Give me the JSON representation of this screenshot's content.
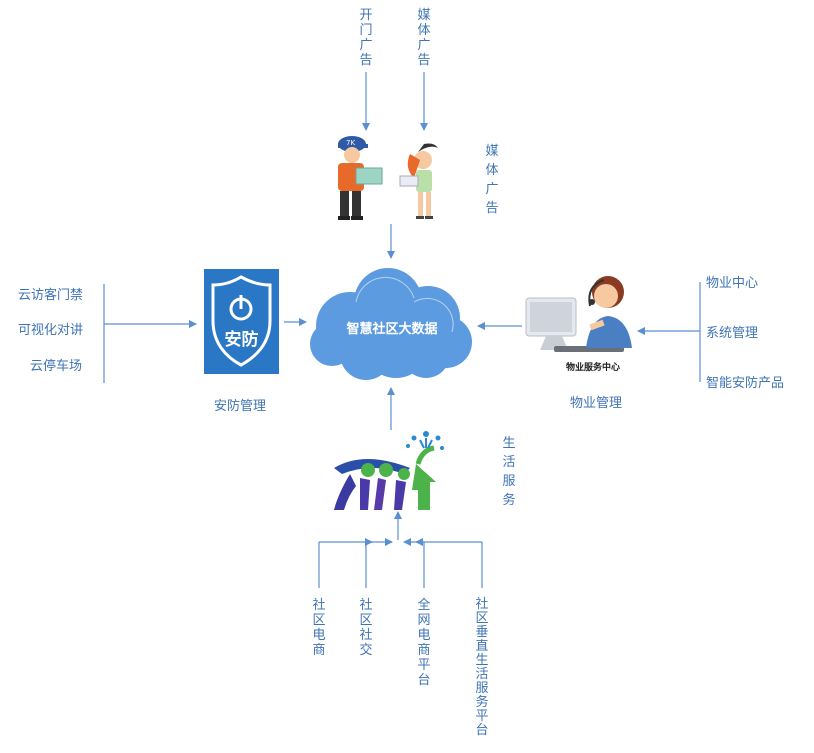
{
  "top": {
    "input1": "开门广告",
    "input2": "媒体广告",
    "side_label": "媒体广告"
  },
  "center": {
    "label": "智慧社区大数据"
  },
  "left": {
    "inputs": [
      "云访客门禁",
      "可视化对讲",
      "云停车场"
    ],
    "logo_text": "安防",
    "caption": "安防管理"
  },
  "right": {
    "inputs": [
      "物业中心",
      "系统管理",
      "智能安防产品"
    ],
    "agent_caption": "物业服务中心",
    "caption": "物业管理"
  },
  "bottom": {
    "side_label": "生活服务",
    "inputs": [
      "社区电商",
      "社区社交",
      "全网电商平台",
      "社区垂直生活服务平台"
    ]
  },
  "colors": {
    "line": "#5b8fd0",
    "cloud": "#5d9be0",
    "shield_bg": "#2a77c6",
    "text": "#3f74b5"
  }
}
